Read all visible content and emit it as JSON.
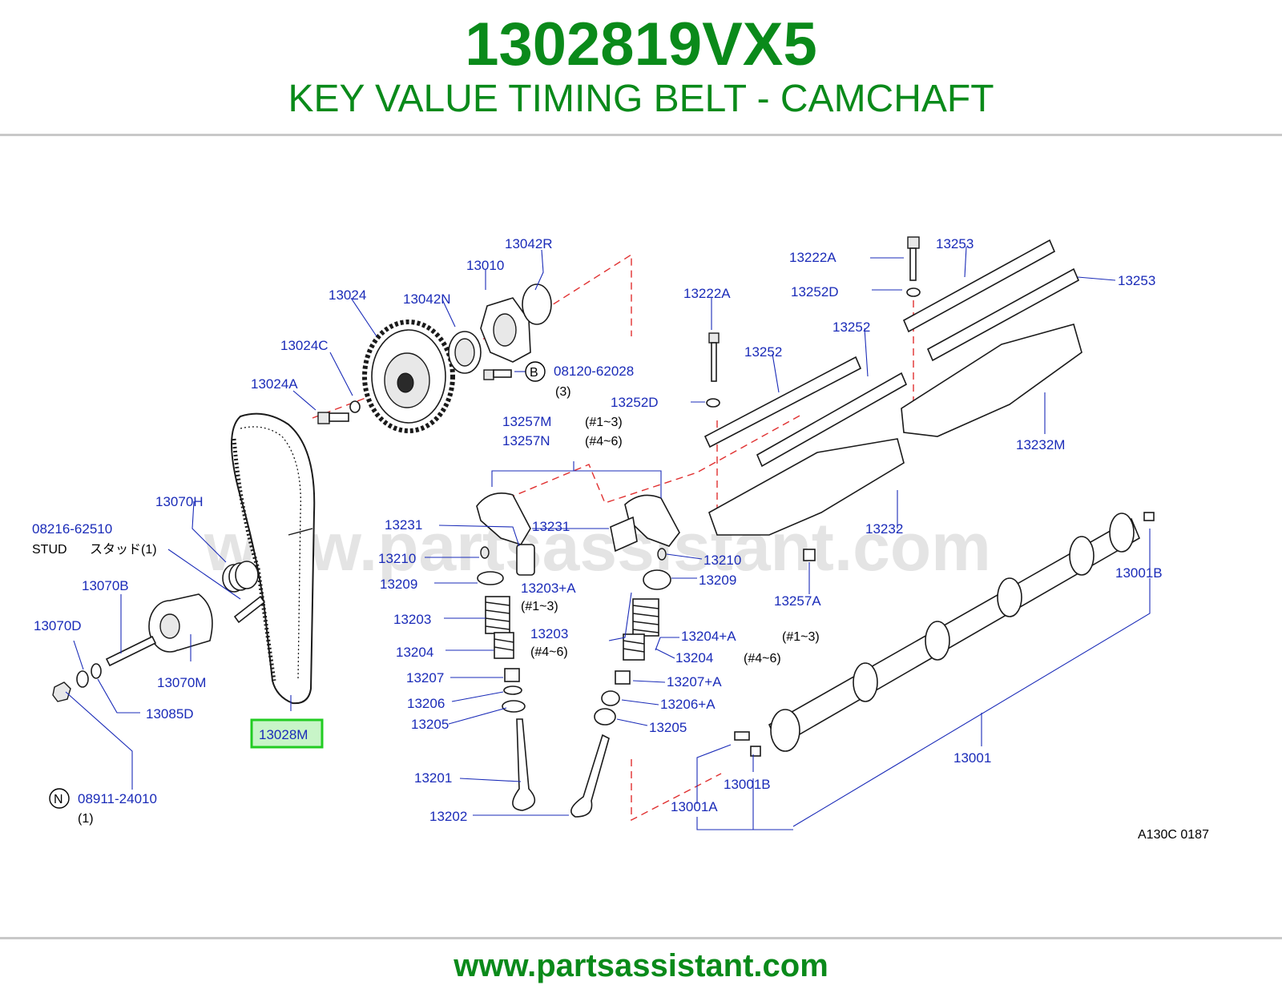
{
  "header": {
    "part_number": "1302819VX5",
    "subtitle": "KEY VALUE TIMING BELT - CAMCHAFT"
  },
  "footer": {
    "url": "www.partsassistant.com"
  },
  "watermark": "www.partsassistant.com",
  "highlight_color": "#22cc22",
  "label_color": "#1a2bb8",
  "title_color": "#0a8a1a",
  "diagram_code": "A130C  0187",
  "callouts": {
    "c13042R": "13042R",
    "c13010": "13010",
    "c13024": "13024",
    "c13042N": "13042N",
    "c13024C": "13024C",
    "c13024A": "13024A",
    "c08120": "08120-62028",
    "c08120_qty": "(3)",
    "c13222A_top": "13222A",
    "c13253_top": "13253",
    "c13253_right": "13253",
    "c13252D_top": "13252D",
    "c13222A_mid": "13222A",
    "c13252_right": "13252",
    "c13252_left": "13252",
    "c13252D_mid": "13252D",
    "c13257M": "13257M",
    "c13257M_range": "(#1~3)",
    "c13257N": "13257N",
    "c13257N_range": "(#4~6)",
    "c13232M": "13232M",
    "c13070H": "13070H",
    "c08216": "08216-62510",
    "c_stud": "STUD",
    "c_stud_jp": "スタッド(1)",
    "c13231_left": "13231",
    "c13231_right": "13231",
    "c13232": "13232",
    "c13210_left": "13210",
    "c13210_right": "13210",
    "c13209_left": "13209",
    "c13209_right": "13209",
    "c13203A": "13203+A",
    "c13203A_range": "(#1~3)",
    "c13257A": "13257A",
    "c13001B_right": "13001B",
    "c13070B": "13070B",
    "c13070D": "13070D",
    "c13203_left": "13203",
    "c13203_right": "13203",
    "c13203_range": "(#4~6)",
    "c13204A": "13204+A",
    "c13204A_range": "(#1~3)",
    "c13204_left": "13204",
    "c13204_right": "13204",
    "c13204_range": "(#4~6)",
    "c13070M": "13070M",
    "c13207": "13207",
    "c13207A": "13207+A",
    "c13206": "13206",
    "c13206A": "13206+A",
    "c13085D": "13085D",
    "c13205_left": "13205",
    "c13205_right": "13205",
    "c13028M": "13028M",
    "c13001": "13001",
    "c13201": "13201",
    "c13001B_low": "13001B",
    "c08911": "08911-24010",
    "c08911_qty": "(1)",
    "c13001A": "13001A",
    "c13202": "13202",
    "badge_B": "B",
    "badge_N": "N"
  }
}
